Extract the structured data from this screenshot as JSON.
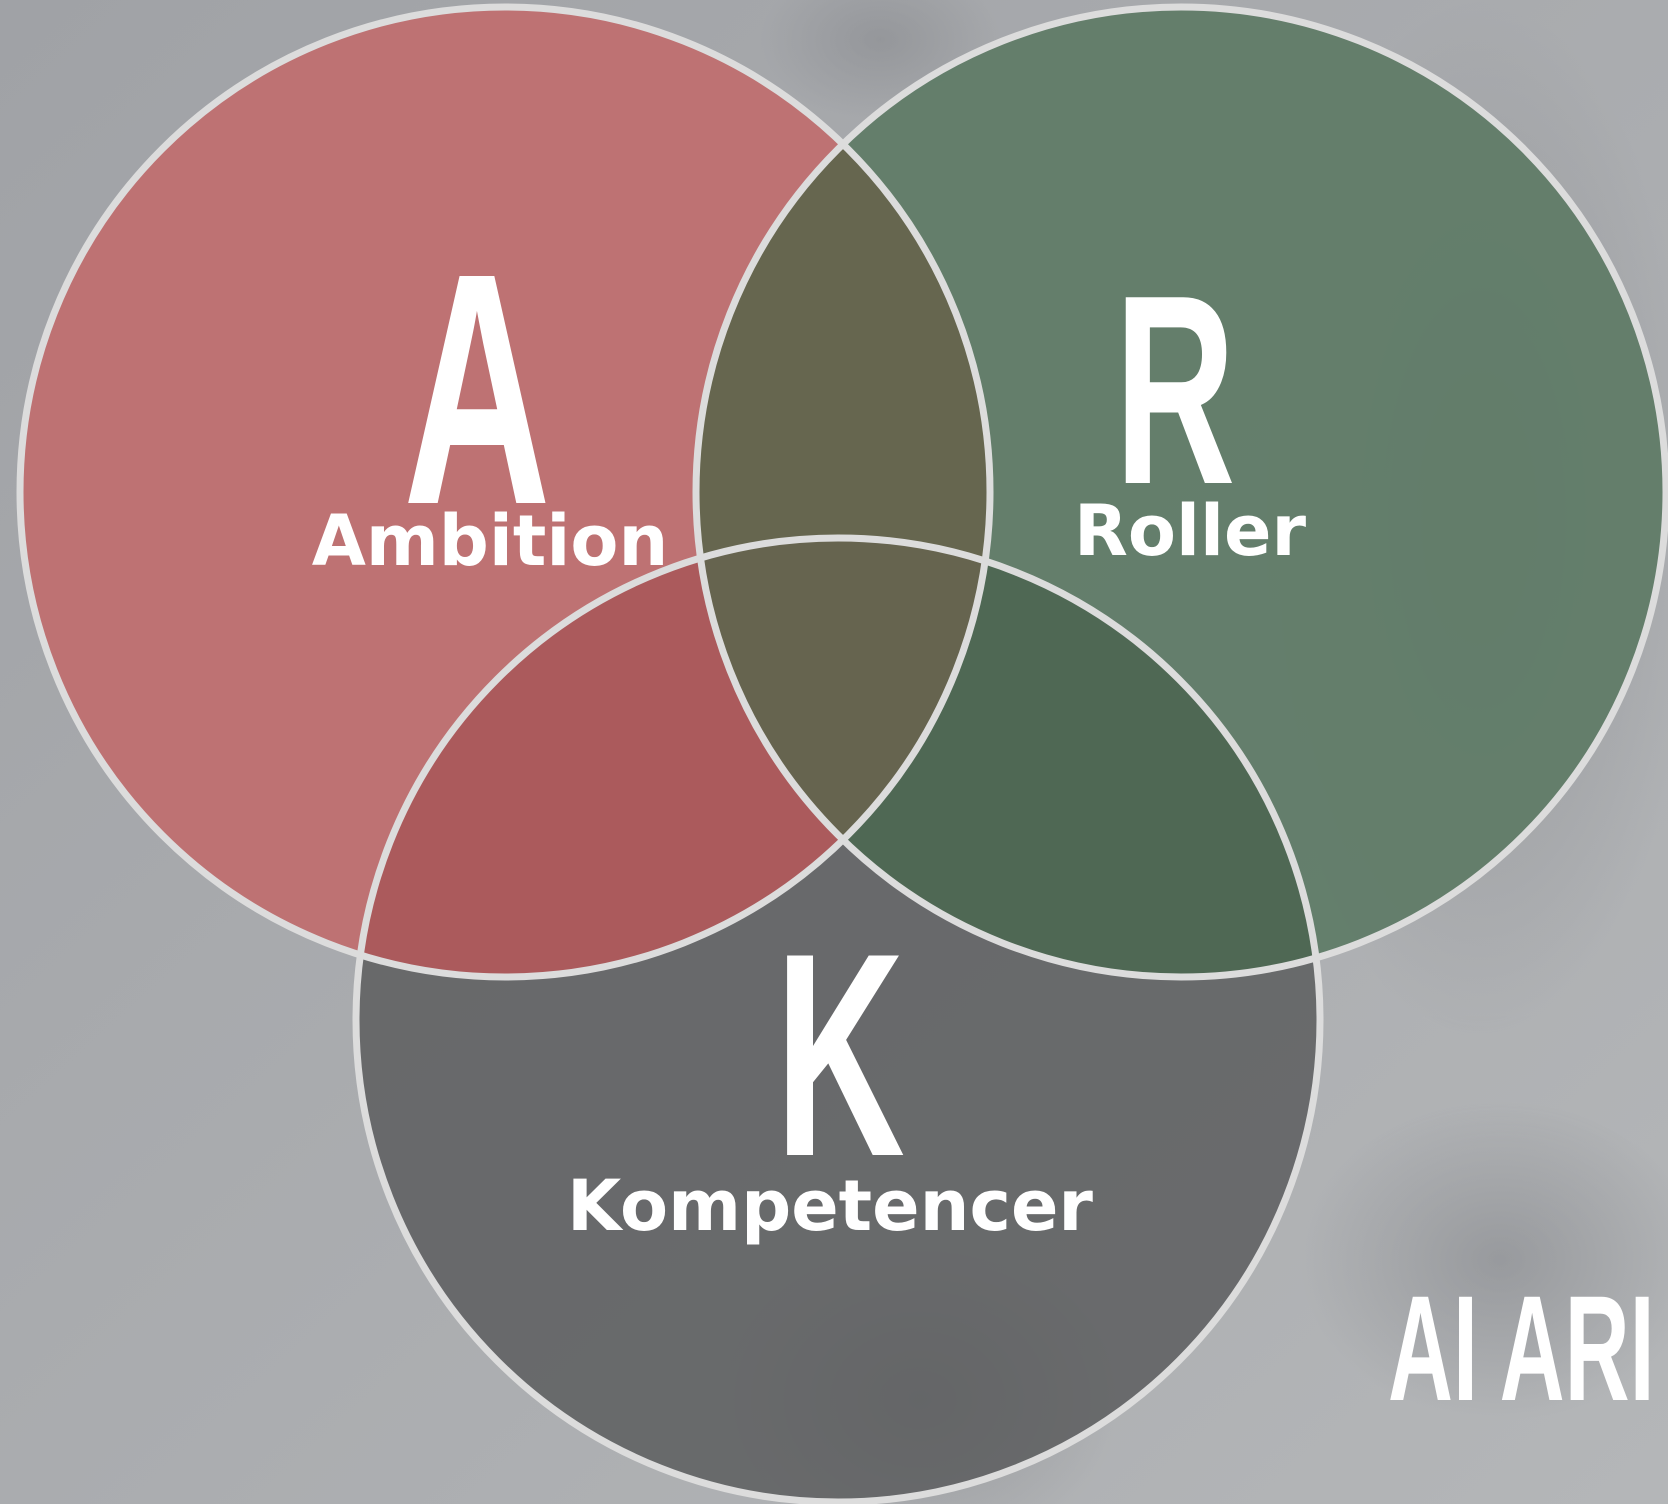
{
  "colors": {
    "background": "#a4a6aa",
    "ambition_fill": "#c06e6f",
    "roller_fill": "#5f7b66",
    "kompetencer_fill": "#626264",
    "outline": "#dcdcdc"
  },
  "diagram": {
    "type": "venn-3",
    "sets": [
      {
        "letter": "A",
        "label": "Ambition"
      },
      {
        "letter": "R",
        "label": "Roller"
      },
      {
        "letter": "K",
        "label": "Kompetencer"
      }
    ]
  },
  "corner_title": "AI ARI"
}
